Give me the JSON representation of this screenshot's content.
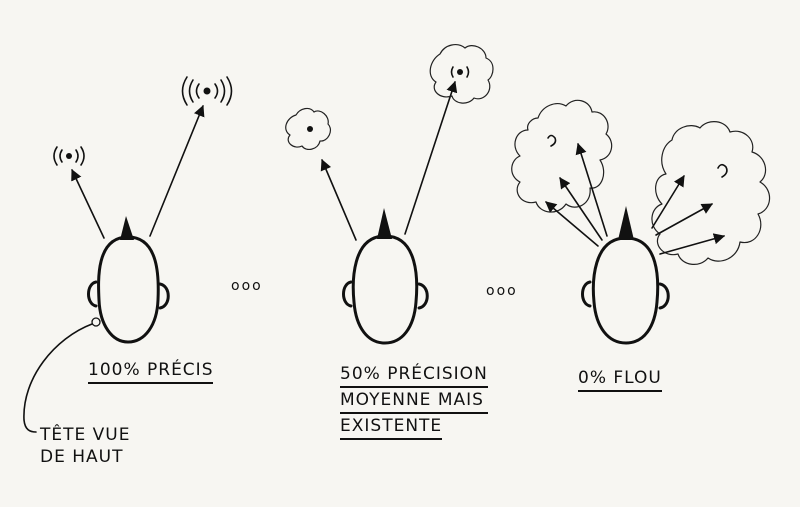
{
  "panels": [
    {
      "label": "100% PRÉCIS"
    },
    {
      "label_lines": [
        "50% PRÉCISION",
        "MOYENNE MAIS",
        "EXISTENTE"
      ]
    },
    {
      "label": "0% FLOU"
    }
  ],
  "annotation": {
    "lines": [
      "TÊTE VUE",
      "DE HAUT"
    ]
  },
  "separator": "ooo",
  "colors": {
    "ink": "#111111",
    "paper": "#f7f6f2"
  },
  "icons": [
    "head-top-view-icon",
    "sound-source-icon",
    "fuzzy-cloud-icon",
    "arrow-icon"
  ]
}
